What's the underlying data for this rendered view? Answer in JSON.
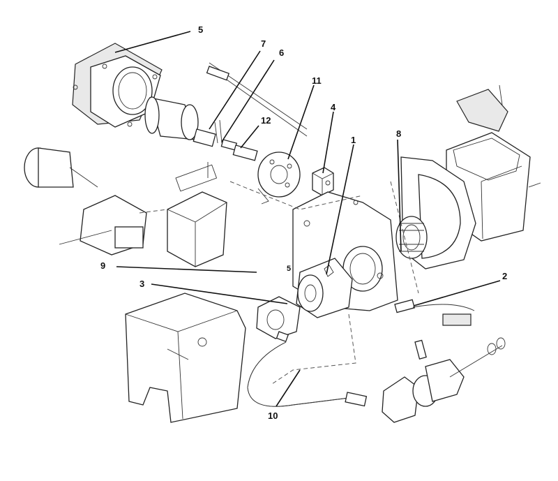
{
  "callouts": {
    "c1": "1",
    "c2": "2",
    "c3": "3",
    "c4": "4",
    "c5": "5",
    "c5b": "5",
    "c6": "6",
    "c7": "7",
    "c8": "8",
    "c9": "9",
    "c10": "10",
    "c11": "11",
    "c12": "12"
  }
}
